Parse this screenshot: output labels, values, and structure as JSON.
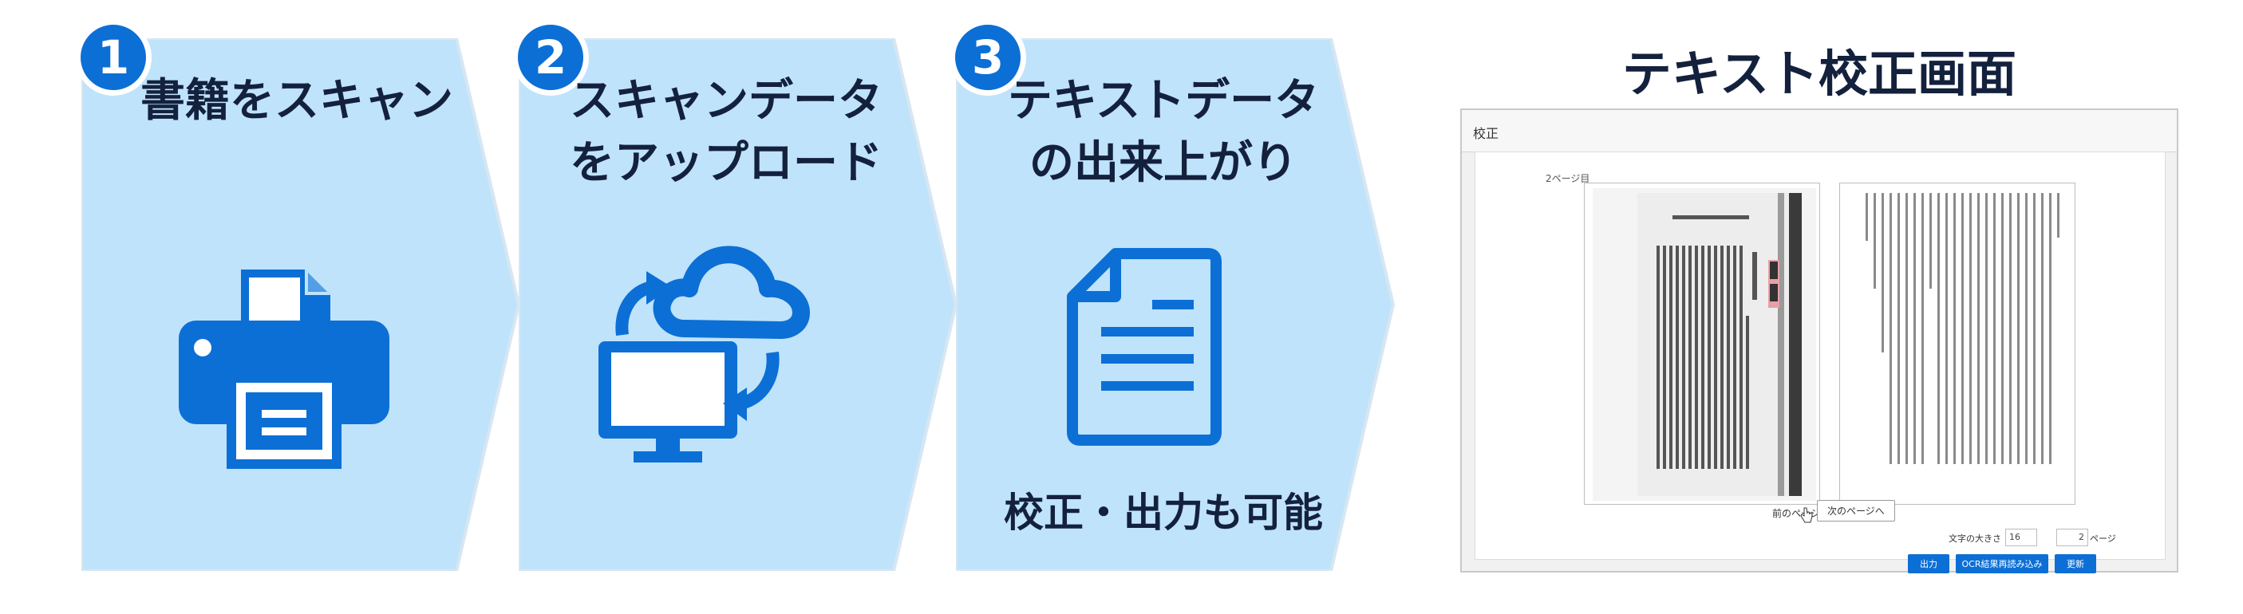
{
  "colors": {
    "step_bg": "#bfe3fb",
    "accent": "#0c6fd6",
    "text": "#14213d"
  },
  "steps": [
    {
      "number": "1",
      "title": "書籍をスキャン",
      "icon": "printer-icon"
    },
    {
      "number": "2",
      "title": "スキャンデータ\nをアップロード",
      "icon": "cloud-sync-icon"
    },
    {
      "number": "3",
      "title": "テキストデータ\nの出来上がり",
      "icon": "document-icon",
      "note": "校正・出力も可能"
    }
  ],
  "proof_screen": {
    "title": "テキスト校正画面",
    "window_title": "校正",
    "page_indicator": "2ページ目",
    "prev_page": "前のページへ",
    "next_page": "次のページへ",
    "font_size_label": "文字の大きさ",
    "font_size_value": "16",
    "page_input_value": "2",
    "page_label": "ページ",
    "buttons": {
      "export": "出力",
      "reload_ocr": "OCR結果再読み込み",
      "update": "更新"
    }
  }
}
